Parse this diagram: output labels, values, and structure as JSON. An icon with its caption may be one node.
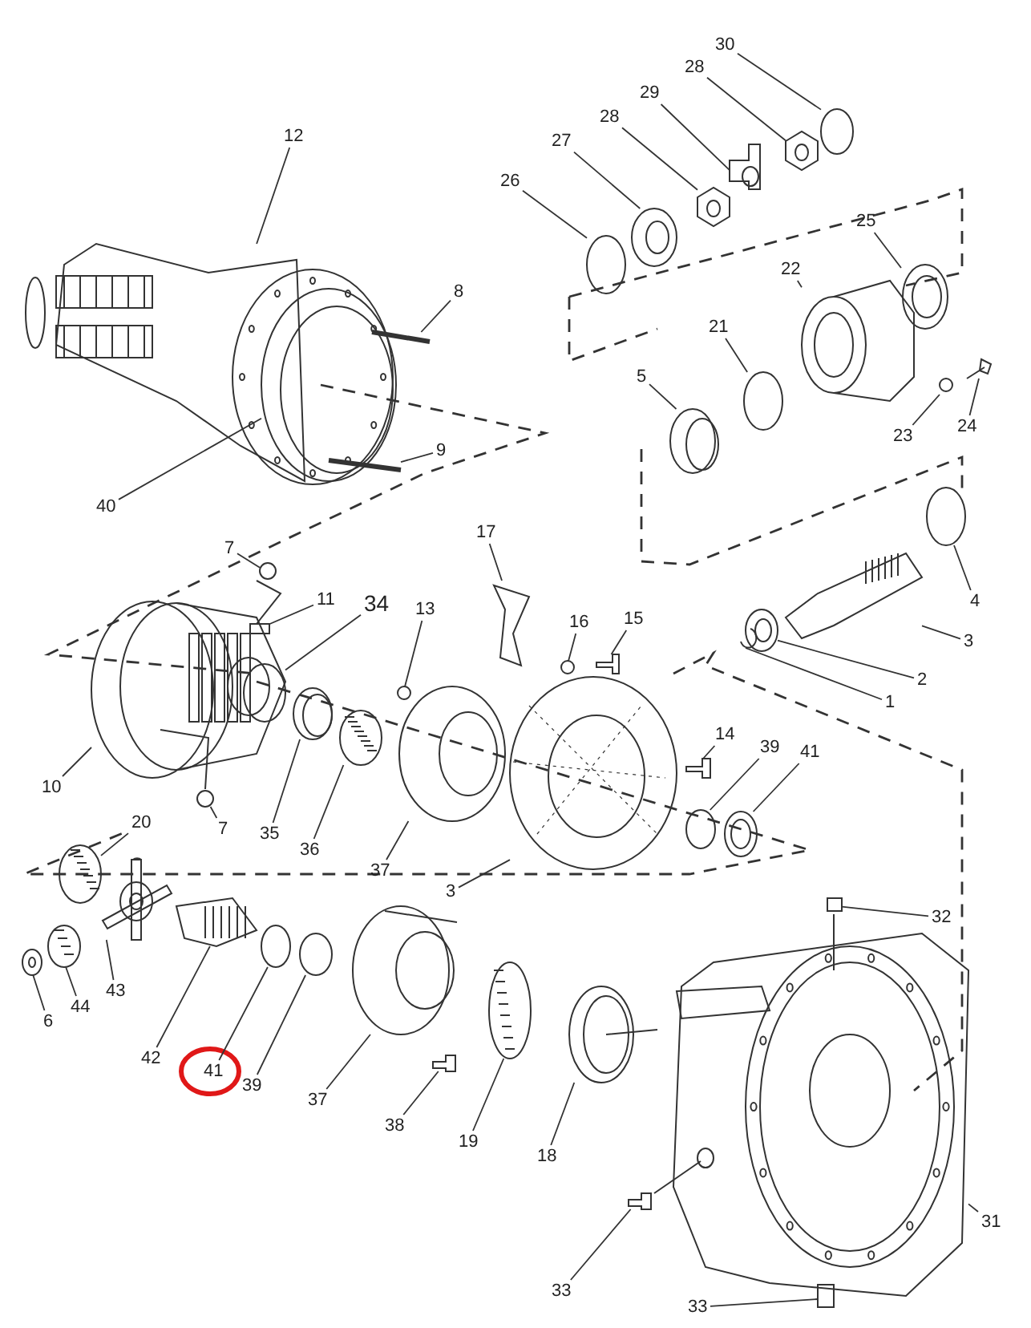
{
  "diagram": {
    "nodes": [
      {
        "text": [
          "30"
        ]
      },
      {
        "text": [
          "28"
        ]
      },
      {
        "text": [
          "29"
        ]
      },
      {
        "text": [
          "28"
        ]
      },
      {
        "text": [
          "12"
        ]
      },
      {
        "text": [
          "27"
        ]
      },
      {
        "text": [
          "26"
        ]
      },
      {
        "text": [
          "25"
        ]
      },
      {
        "text": [
          "22"
        ]
      },
      {
        "text": [
          "8"
        ]
      },
      {
        "text": [
          "21"
        ]
      },
      {
        "text": [
          "5"
        ]
      },
      {
        "text": [
          "24"
        ]
      },
      {
        "text": [
          "23"
        ]
      },
      {
        "text": [
          "9"
        ]
      },
      {
        "text": [
          "40"
        ]
      },
      {
        "text": [
          "17"
        ]
      },
      {
        "text": [
          "7"
        ]
      },
      {
        "text": [
          "11"
        ]
      },
      {
        "text": [
          "34"
        ]
      },
      {
        "text": [
          "4"
        ]
      },
      {
        "text": [
          "13"
        ]
      },
      {
        "text": [
          "16"
        ]
      },
      {
        "text": [
          "15"
        ]
      },
      {
        "text": [
          "3"
        ]
      },
      {
        "text": [
          "2"
        ]
      },
      {
        "text": [
          "1"
        ]
      },
      {
        "text": [
          "14"
        ]
      },
      {
        "text": [
          "39"
        ]
      },
      {
        "text": [
          "41"
        ]
      },
      {
        "text": [
          "10"
        ]
      },
      {
        "text": [
          "7"
        ]
      },
      {
        "text": [
          "35"
        ]
      },
      {
        "text": [
          "20"
        ]
      },
      {
        "text": [
          "36"
        ]
      },
      {
        "text": [
          "37"
        ]
      },
      {
        "text": [
          "3"
        ]
      },
      {
        "text": [
          "32"
        ]
      },
      {
        "text": [
          "43"
        ]
      },
      {
        "text": [
          "44"
        ]
      },
      {
        "text": [
          "6"
        ]
      },
      {
        "text": [
          "42"
        ]
      },
      {
        "text": [
          "41"
        ]
      },
      {
        "text": [
          "39"
        ]
      },
      {
        "text": [
          "37"
        ]
      },
      {
        "text": [
          "38"
        ]
      },
      {
        "text": [
          "19"
        ]
      },
      {
        "text": [
          "18"
        ]
      },
      {
        "text": [
          "31"
        ]
      },
      {
        "text": [
          "33"
        ]
      },
      {
        "text": [
          "33"
        ]
      },
      {
        "text": [],
        "shape": "circle"
      },
      {
        "text": [],
        "shape": "picture"
      },
      {
        "text": [],
        "shape": "picture"
      },
      {
        "text": [],
        "shape": "picture"
      },
      {
        "text": [],
        "shape": "picture"
      },
      {
        "text": [],
        "shape": "picture"
      },
      {
        "text": [],
        "shape": "circle"
      },
      {
        "text": [],
        "shape": "picture"
      },
      {
        "text": [],
        "shape": "picture"
      },
      {
        "text": [],
        "shape": "picture"
      },
      {
        "text": [],
        "shape": "circle"
      },
      {
        "text": [],
        "shape": "picture"
      },
      {
        "text": [],
        "shape": "picture"
      },
      {
        "text": [],
        "shape": "circle"
      },
      {
        "text": [],
        "shape": "picture"
      },
      {
        "text": [],
        "shape": "picture"
      },
      {
        "text": [],
        "shape": "picture"
      },
      {
        "text": [],
        "shape": "circle"
      },
      {
        "text": [],
        "shape": "box"
      },
      {
        "text": [],
        "shape": "circle"
      },
      {
        "text": [],
        "shape": "circle"
      },
      {
        "text": [],
        "shape": "circle"
      },
      {
        "text": [],
        "shape": "circle"
      },
      {
        "text": [],
        "shape": "picture"
      },
      {
        "text": [],
        "shape": "picture"
      },
      {
        "text": [],
        "shape": "picture"
      },
      {
        "text": [],
        "shape": "picture"
      },
      {
        "text": [],
        "shape": "picture"
      },
      {
        "text": [],
        "shape": "circle"
      },
      {
        "text": [],
        "shape": "picture"
      },
      {
        "text": [],
        "shape": "picture"
      },
      {
        "text": [],
        "shape": "circle"
      },
      {
        "text": [],
        "shape": "picture"
      },
      {
        "text": [],
        "shape": "picture"
      },
      {
        "text": [],
        "shape": "picture"
      },
      {
        "text": [],
        "shape": "picture"
      },
      {
        "text": [],
        "shape": "picture"
      },
      {
        "text": [],
        "shape": "box"
      },
      {
        "text": [],
        "shape": "picture"
      },
      {
        "text": [],
        "shape": "picture"
      },
      {
        "text": [],
        "shape": "picture"
      },
      {
        "text": [],
        "shape": "picture"
      },
      {
        "text": [],
        "shape": "circle"
      },
      {
        "text": [],
        "shape": "circle"
      },
      {
        "text": [],
        "shape": "picture"
      },
      {
        "text": [],
        "shape": "picture"
      },
      {
        "text": [],
        "shape": "picture"
      },
      {
        "text": [],
        "shape": "picture"
      },
      {
        "text": [],
        "shape": "picture"
      },
      {
        "text": [],
        "shape": "picture"
      },
      {
        "text": [],
        "shape": "box"
      }
    ],
    "edges": [
      {
        "from": 0,
        "to": 51,
        "arrow": "none"
      },
      {
        "from": 1,
        "to": 52,
        "arrow": "none"
      },
      {
        "from": 2,
        "to": 53,
        "arrow": "none"
      },
      {
        "from": 3,
        "to": 54,
        "arrow": "none"
      },
      {
        "from": 4,
        "to": 55,
        "arrow": "none"
      },
      {
        "from": 5,
        "to": 56,
        "arrow": "none"
      },
      {
        "from": 6,
        "to": 57,
        "arrow": "none"
      },
      {
        "from": 7,
        "to": 58,
        "arrow": "none"
      },
      {
        "from": 8,
        "to": 59,
        "arrow": "none"
      },
      {
        "from": 9,
        "to": 60,
        "arrow": "none"
      },
      {
        "from": 10,
        "to": 61,
        "arrow": "none"
      },
      {
        "from": 11,
        "to": 62,
        "arrow": "none"
      },
      {
        "from": 12,
        "to": 63,
        "arrow": "none"
      },
      {
        "from": 13,
        "to": 64,
        "arrow": "none"
      },
      {
        "from": 14,
        "to": 65,
        "arrow": "none"
      },
      {
        "from": 15,
        "to": 66,
        "arrow": "none"
      },
      {
        "from": 16,
        "to": 67,
        "arrow": "none"
      },
      {
        "from": 17,
        "to": 68,
        "arrow": "none"
      },
      {
        "from": 18,
        "to": 69,
        "arrow": "none"
      },
      {
        "from": 19,
        "to": 70,
        "arrow": "none"
      },
      {
        "from": 20,
        "to": 71,
        "arrow": "none"
      },
      {
        "from": 21,
        "to": 72,
        "arrow": "none"
      },
      {
        "from": 22,
        "to": 73,
        "arrow": "none"
      },
      {
        "from": 23,
        "to": 74,
        "arrow": "none"
      },
      {
        "from": 24,
        "to": 75,
        "arrow": "none"
      },
      {
        "from": 25,
        "to": 76,
        "arrow": "none"
      },
      {
        "from": 26,
        "to": 77,
        "arrow": "none"
      },
      {
        "from": 27,
        "to": 78,
        "arrow": "none"
      },
      {
        "from": 28,
        "to": 79,
        "arrow": "none"
      },
      {
        "from": 29,
        "to": 80,
        "arrow": "none"
      },
      {
        "from": 30,
        "to": 81,
        "arrow": "none"
      },
      {
        "from": 31,
        "to": 82,
        "arrow": "none"
      },
      {
        "from": 32,
        "to": 83,
        "arrow": "none"
      },
      {
        "from": 33,
        "to": 84,
        "arrow": "none"
      },
      {
        "from": 34,
        "to": 85,
        "arrow": "none"
      },
      {
        "from": 35,
        "to": 86,
        "arrow": "none"
      },
      {
        "from": 36,
        "to": 87,
        "arrow": "none"
      },
      {
        "from": 37,
        "to": 88,
        "arrow": "none"
      },
      {
        "from": 38,
        "to": 89,
        "arrow": "none"
      },
      {
        "from": 39,
        "to": 90,
        "arrow": "none"
      },
      {
        "from": 40,
        "to": 91,
        "arrow": "none"
      },
      {
        "from": 41,
        "to": 92,
        "arrow": "none"
      },
      {
        "from": 42,
        "to": 93,
        "arrow": "none"
      },
      {
        "from": 43,
        "to": 94,
        "arrow": "none"
      },
      {
        "from": 44,
        "to": 95,
        "arrow": "none"
      },
      {
        "from": 45,
        "to": 96,
        "arrow": "none"
      },
      {
        "from": 46,
        "to": 97,
        "arrow": "none"
      },
      {
        "from": 47,
        "to": 98,
        "arrow": "none"
      },
      {
        "from": 48,
        "to": 99,
        "arrow": "none"
      },
      {
        "from": 49,
        "to": 100,
        "arrow": "none"
      },
      {
        "from": 50,
        "to": 101,
        "arrow": "none"
      }
    ]
  }
}
